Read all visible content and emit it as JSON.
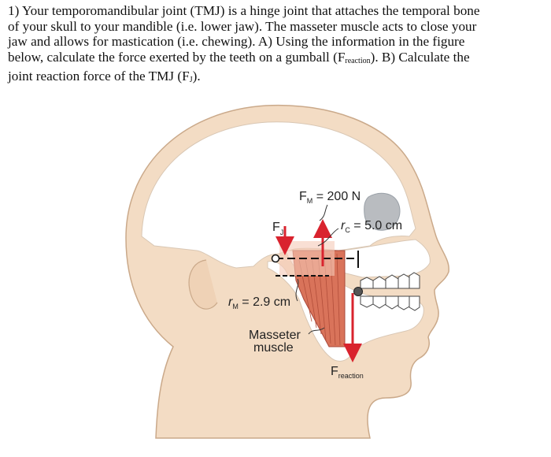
{
  "question": {
    "line1": "1) Your temporomandibular joint (TMJ) is a hinge joint that attaches the temporal bone",
    "line2": "of your skull to your mandible (i.e. lower jaw).  The masseter muscle acts to close your",
    "line3": "jaw and allows for mastication (i.e. chewing). A) Using the information in the figure",
    "line4a": "below, calculate the force exerted by the teeth on a gumball (F",
    "line4_sub": "reaction",
    "line4b": "). B) Calculate the",
    "line5a": "joint reaction force of the TMJ (F",
    "line5_sub": "J",
    "line5b": ")."
  },
  "figure": {
    "fm_main": "F",
    "fm_sub": "M",
    "fm_value": " = 200 N",
    "fj_main": "F",
    "fj_sub": "J",
    "rc_main": "r",
    "rc_sub": "C",
    "rc_value": " = 5.0 cm",
    "rm_main": "r",
    "rm_sub": "M",
    "rm_value": " = 2.9 cm",
    "masseter_line1": "Masseter",
    "masseter_line2": "muscle",
    "freaction_main": "F",
    "freaction_sub": "reaction"
  },
  "colors": {
    "skin": "#f3dcc4",
    "skin_outline": "#caa98a",
    "bone": "#ffffff",
    "muscle": "#d9735a",
    "arrow_red": "#d9232e",
    "sinus": "#b9bcc0",
    "orbit": "#9aa1a8"
  }
}
